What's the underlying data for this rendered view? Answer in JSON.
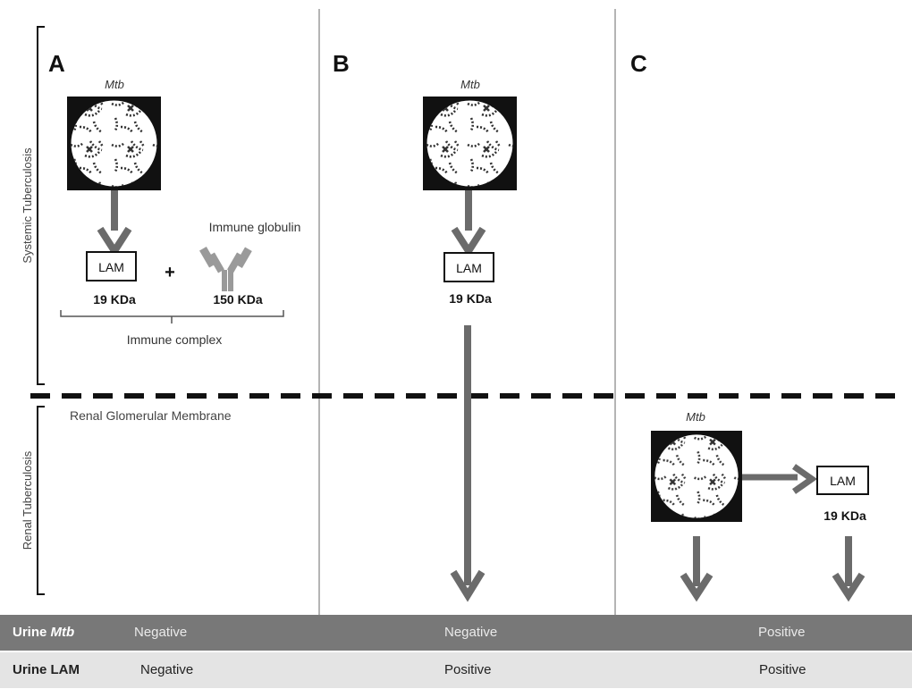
{
  "panels": {
    "a": {
      "letter": "A"
    },
    "b": {
      "letter": "B"
    },
    "c": {
      "letter": "C"
    }
  },
  "sections": {
    "systemic": "Systemic Tuberculosis",
    "renal": "Renal Tuberculosis",
    "membrane": "Renal Glomerular Membrane"
  },
  "labels": {
    "mtb": "Mtb",
    "lam": "LAM",
    "lam_weight": "19 KDa",
    "immunoglobulin": "Immune globulin",
    "ig_weight": "150 KDa",
    "plus": "+",
    "immune_complex": "Immune complex"
  },
  "table": {
    "mtb_row": {
      "label_prefix": "Urine ",
      "label_italic": "Mtb",
      "a": "Negative",
      "b": "Negative",
      "c": "Positive"
    },
    "lam_row": {
      "label": "Urine LAM",
      "a": "Negative",
      "b": "Positive",
      "c": "Positive"
    }
  },
  "colors": {
    "arrow": "#6b6b6b",
    "divider": "#b4b4b4",
    "mtb_row_bg": "#787878",
    "lam_row_bg": "#e4e4e4"
  }
}
